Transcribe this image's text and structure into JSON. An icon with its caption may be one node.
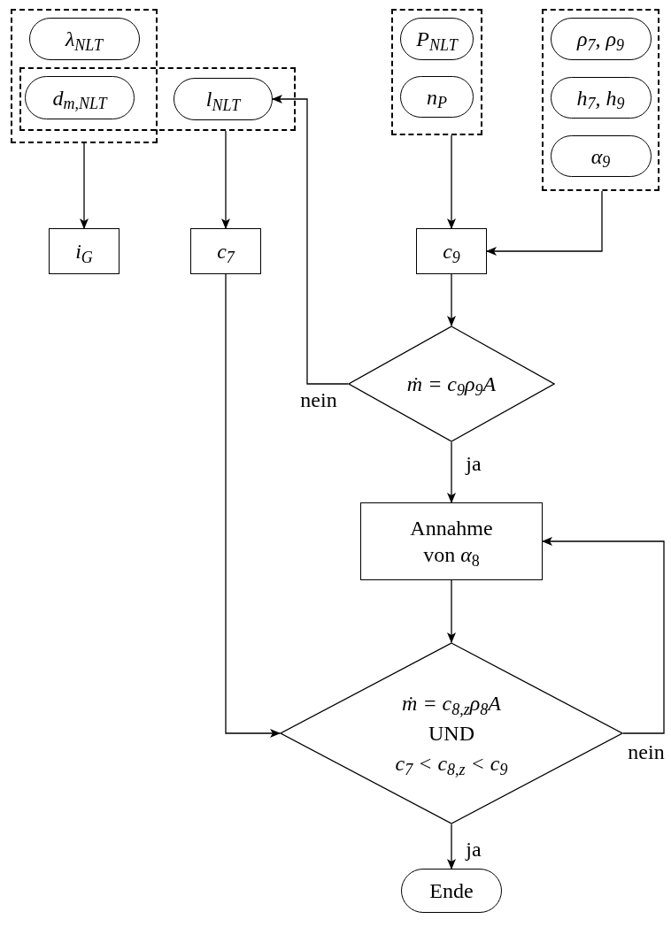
{
  "diagram": {
    "nodes": [
      {
        "text": [],
        "shape": "box"
      },
      {
        "text": [
          "λ$_{NLT}$"
        ],
        "in": 0
      },
      {
        "text": [],
        "shape": "box"
      },
      {
        "text": [
          "d$_{m,NLT}$"
        ]
      },
      {
        "text": [
          "l$_{NLT}$"
        ],
        "in": 2
      },
      {
        "text": [],
        "shape": "box"
      },
      {
        "text": [
          "P$_{NLT}$"
        ],
        "in": 5
      },
      {
        "text": [
          "n$_{P}$"
        ],
        "in": 5
      },
      {
        "text": [],
        "shape": "box"
      },
      {
        "text": [
          "ρ$_{7}$, ρ$_{9}$"
        ],
        "in": 8
      },
      {
        "text": [
          "h$_{7}$, h$_{9}$"
        ],
        "in": 8
      },
      {
        "text": [
          "α$_{9}$"
        ],
        "in": 8
      },
      {
        "text": [
          "i$_{G}$"
        ]
      },
      {
        "text": [
          "c$_{7}$"
        ]
      },
      {
        "text": [
          "c$_{9}$"
        ]
      },
      {
        "text": [
          "ṁ = c$_{9}$ρ$_{9}$A"
        ]
      },
      {
        "text": [
          "Annahme von *α*$_{8}$"
        ]
      },
      {
        "text": [
          "ṁ = c$_{8,z}$ρ$_{8}$A",
          "UND",
          "c$_{7}$ < c$_{8,z}$ < c$_{9}$"
        ]
      },
      {
        "text": [
          "Ende"
        ]
      }
    ],
    "edges": [
      {
        "from": 0,
        "to": 12,
        "arrow": "to"
      },
      {
        "from": 2,
        "to": 13,
        "arrow": "to"
      },
      {
        "from": 5,
        "to": 14,
        "arrow": "to"
      },
      {
        "from": 8,
        "to": 14,
        "arrow": "to"
      },
      {
        "from": 14,
        "to": 15,
        "arrow": "to"
      },
      {
        "from": 15,
        "to": 4,
        "arrow": "to",
        "label": "nein"
      },
      {
        "from": 15,
        "to": 16,
        "arrow": "to",
        "label": "ja"
      },
      {
        "from": 16,
        "to": 17,
        "arrow": "to"
      },
      {
        "from": 13,
        "to": 17,
        "arrow": "to"
      },
      {
        "from": 17,
        "to": 16,
        "arrow": "to",
        "label": "nein"
      },
      {
        "from": 17,
        "to": 18,
        "arrow": "to",
        "label": "ja"
      }
    ]
  }
}
